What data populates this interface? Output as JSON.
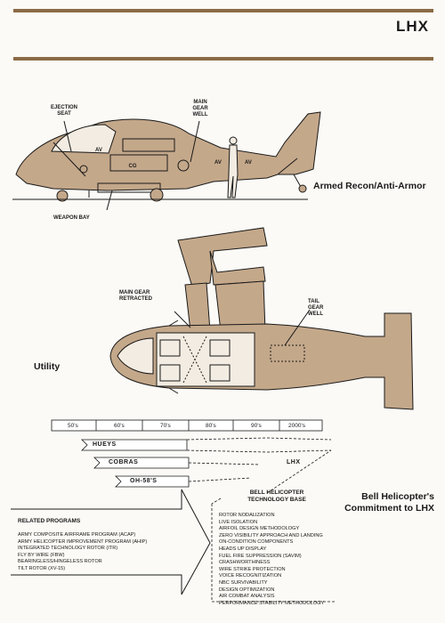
{
  "header": {
    "title": "LHX"
  },
  "armed": {
    "caption": "Armed Recon/Anti-Armor",
    "labels": {
      "ejection_seat": "EJECTION SEAT",
      "main_gear_well": "MAIN GEAR WELL",
      "weapon_bay": "WEAPON BAY",
      "av": "AV",
      "cg": "CG"
    }
  },
  "utility": {
    "caption": "Utility",
    "labels": {
      "main_gear_retracted": "MAIN GEAR RETRACTED",
      "tail_gear_well": "TAIL GEAR WELL"
    }
  },
  "timeline": {
    "decades": [
      "50's",
      "60's",
      "70's",
      "80's",
      "90's",
      "2000's"
    ],
    "bars": [
      "HUEYS",
      "COBRAS",
      "OH-58'S"
    ],
    "lhx_label": "LHX"
  },
  "related": {
    "heading": "RELATED PROGRAMS",
    "items": [
      "ARMY COMPOSITE AIRFRAME PROGRAM (ACAP)",
      "ARMY HELICOPTER IMPROVEMENT PROGRAM (AHIP)",
      "INTEGRATED TECHNOLOGY ROTOR (ITR)",
      "FLY BY WIRE (FBW)",
      "BEARINGLESS/HINGELESS ROTOR",
      "TILT ROTOR (XV-15)"
    ]
  },
  "tech_base": {
    "heading": "BELL HELICOPTER TECHNOLOGY BASE",
    "items": [
      "ROTOR NODALIZATION",
      "LIVE ISOLATION",
      "AIRFOIL DESIGN METHODOLOGY",
      "ZERO VISIBILITY APPROACH AND LANDING",
      "ON-CONDITION COMPONENTS",
      "HEADS UP DISPLAY",
      "FUEL FIRE SUPPRESSION (SAVIM)",
      "CRASHWORTHINESS",
      "WIRE STRIKE PROTECTION",
      "VOICE RECOGNITIZATION",
      "NBC SURVIVABILITY",
      "DESIGN OPTIMIZATION",
      "AIR COMBAT ANALYSIS",
      "PERFORMANCE STABILITY METHODOLOGY"
    ]
  },
  "commitment": {
    "line1": "Bell Helicopter's",
    "line2": "Commitment to LHX"
  },
  "colors": {
    "tan": "#c4a88a",
    "rule": "#8a6b45",
    "ink": "#1a1a1a"
  }
}
